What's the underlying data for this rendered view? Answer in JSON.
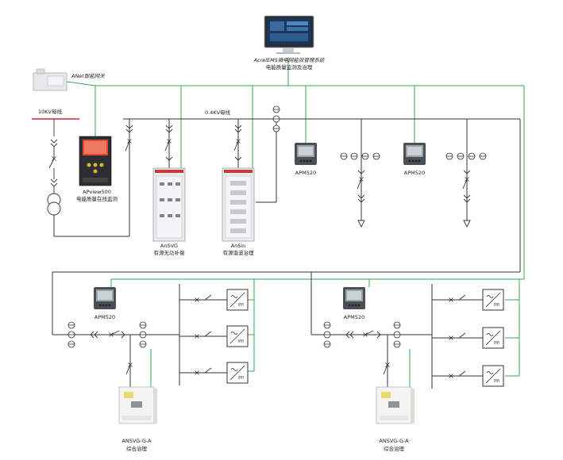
{
  "system": {
    "title": "AcrelEMS微电网能效管理系统",
    "subtitle": "电能质量监测及治理"
  },
  "gateway": {
    "label": "ANet智能网关"
  },
  "buses": {
    "hv": "10KV母线",
    "lv": "0.4KV母线"
  },
  "devices": {
    "apview": {
      "model": "APview500",
      "desc": "电能质量在线监测"
    },
    "ansvg": {
      "model": "AnSVG",
      "desc": "有源无功补偿"
    },
    "anapf": {
      "model": "AnSin",
      "desc": "有源谐波治理"
    },
    "apm_top_1": "APM520",
    "apm_top_2": "APM520",
    "apm_bottom_1": "APM520",
    "apm_bottom_2": "APM520",
    "ansvg_ga_1": {
      "model": "ANSVG-G-A",
      "desc": "综合治理"
    },
    "ansvg_ga_2": {
      "model": "ANSVG-G-A",
      "desc": "综合治理"
    }
  },
  "colors": {
    "power_line": "#333333",
    "comm_line": "#3aa655",
    "hv_bus": "#d6283a"
  }
}
